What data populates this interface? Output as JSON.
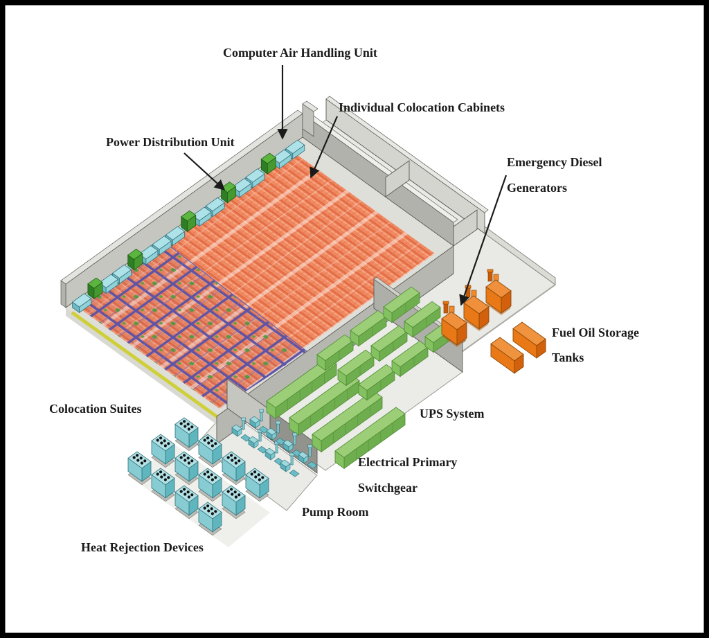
{
  "diagram": {
    "labels": {
      "computer_air_handling_unit": "Computer Air Handling Unit",
      "individual_colocation_cabinets": "Individual Colocation Cabinets",
      "power_distribution_unit": "Power Distribution Unit",
      "emergency_diesel_generators_line1": "Emergency Diesel",
      "emergency_diesel_generators_line2": "Generators",
      "fuel_oil_storage_tanks_line1": "Fuel Oil Storage",
      "fuel_oil_storage_tanks_line2": "Tanks",
      "colocation_suites": "Colocation Suites",
      "ups_system": "UPS System",
      "electrical_primary_switchgear_line1": "Electrical Primary",
      "electrical_primary_switchgear_line2": "Switchgear",
      "pump_room": "Pump Room",
      "heat_rejection_devices": "Heat Rejection Devices"
    },
    "counts": {
      "emergency_diesel_generators": 3,
      "fuel_oil_storage_tanks": 2,
      "heat_rejection_devices": 12
    },
    "colors": {
      "background": "#ffffff",
      "frame": "#000000",
      "cabinet_orange": "#f08a62",
      "cage_purple": "#5e54a6",
      "cooling_cyan": "#7ecad0",
      "pdu_green": "#46992f",
      "equipment_green": "#8cc86a",
      "diesel_orange": "#e87916",
      "wall_gray": "#c6c6c1",
      "floor_gray": "#e9e9e5",
      "safety_yellow": "#cfcf3a",
      "label_text": "#1a1a1a"
    }
  }
}
